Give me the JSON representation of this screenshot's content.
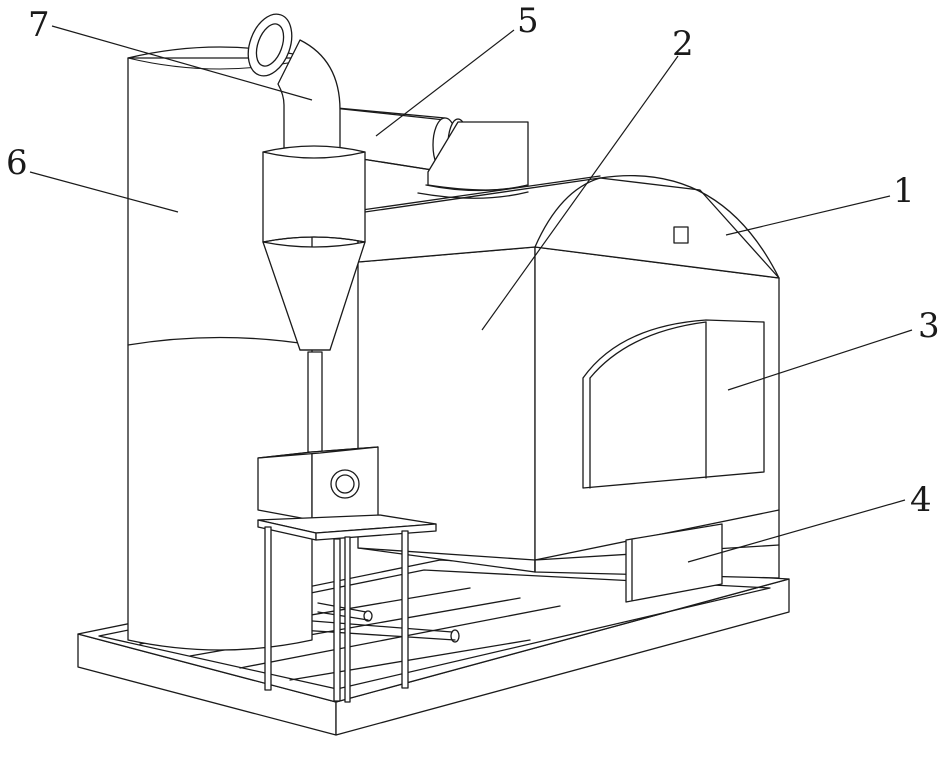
{
  "colors": {
    "line": "#1a1a1a",
    "background": "#ffffff"
  },
  "callouts": [
    {
      "label": "1"
    },
    {
      "label": "2"
    },
    {
      "label": "3"
    },
    {
      "label": "4"
    },
    {
      "label": "5"
    },
    {
      "label": "6"
    },
    {
      "label": "7"
    }
  ]
}
